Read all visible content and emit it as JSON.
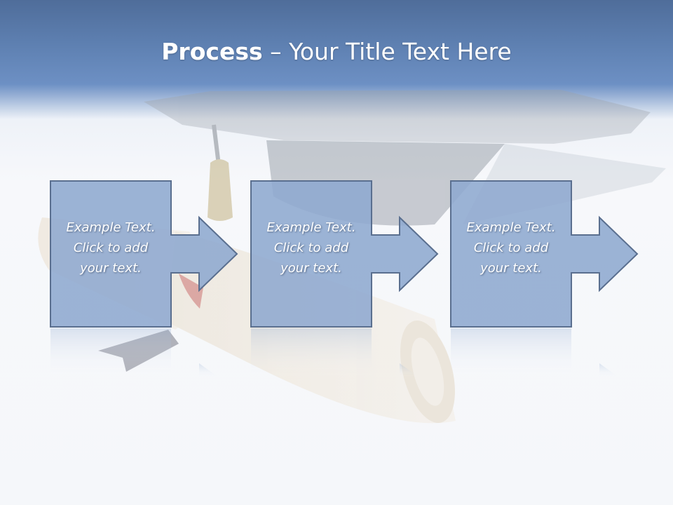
{
  "slide": {
    "title_bold": "Process",
    "title_rest": " – Your Title Text Here"
  },
  "process": {
    "steps": [
      {
        "line1": "Example Text.",
        "line2": "Click  to add",
        "line3": "your text."
      },
      {
        "line1": "Example Text.",
        "line2": "Click  to add",
        "line3": "your text."
      },
      {
        "line1": "Example Text.",
        "line2": "Click  to add",
        "line3": "your text."
      }
    ]
  },
  "colors": {
    "box_fill": "#8ea9cf",
    "box_stroke": "#5a6f8f",
    "header": "#5d7fb0"
  },
  "background_art": [
    "graduation-cap-image",
    "diploma-scroll-image"
  ]
}
